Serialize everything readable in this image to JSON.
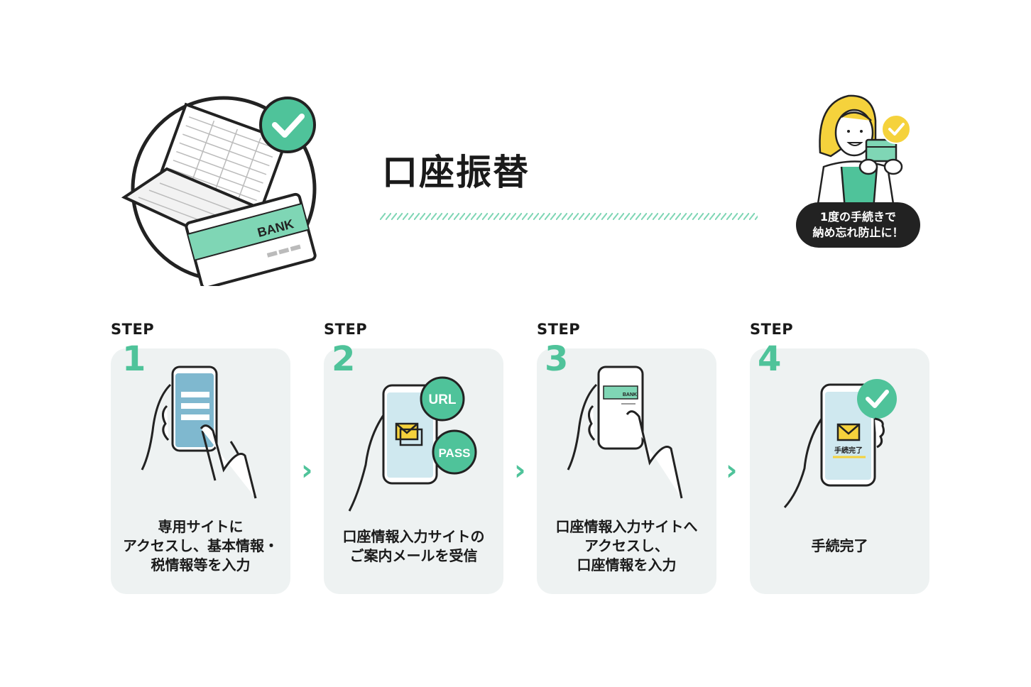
{
  "page": {
    "title": "口座振替",
    "bank_card_text": "BANK"
  },
  "promo": {
    "line1": "1度の手続きで",
    "line2": "納め忘れ防止に！"
  },
  "steps": [
    {
      "label": "STEP",
      "number": "1",
      "caption": [
        "専用サイトに",
        "アクセスし、基本情報・",
        "税情報等を入力"
      ]
    },
    {
      "label": "STEP",
      "number": "2",
      "caption": [
        "口座情報入力サイトの",
        "ご案内メールを受信"
      ],
      "bubble_url": "URL",
      "bubble_pass": "PASS"
    },
    {
      "label": "STEP",
      "number": "3",
      "caption": [
        "口座情報入力サイトへ",
        "アクセスし、",
        "口座情報を入力"
      ],
      "mini_bank": "BANK"
    },
    {
      "label": "STEP",
      "number": "4",
      "caption": [
        "手続完了"
      ],
      "complete_label": "手続完了"
    }
  ],
  "arrows": [
    "›",
    "›",
    "›"
  ],
  "colors": {
    "accent": "#4fc39a",
    "yellow": "#f5d23c",
    "card_bg": "#eef2f2",
    "dark": "#222222"
  }
}
